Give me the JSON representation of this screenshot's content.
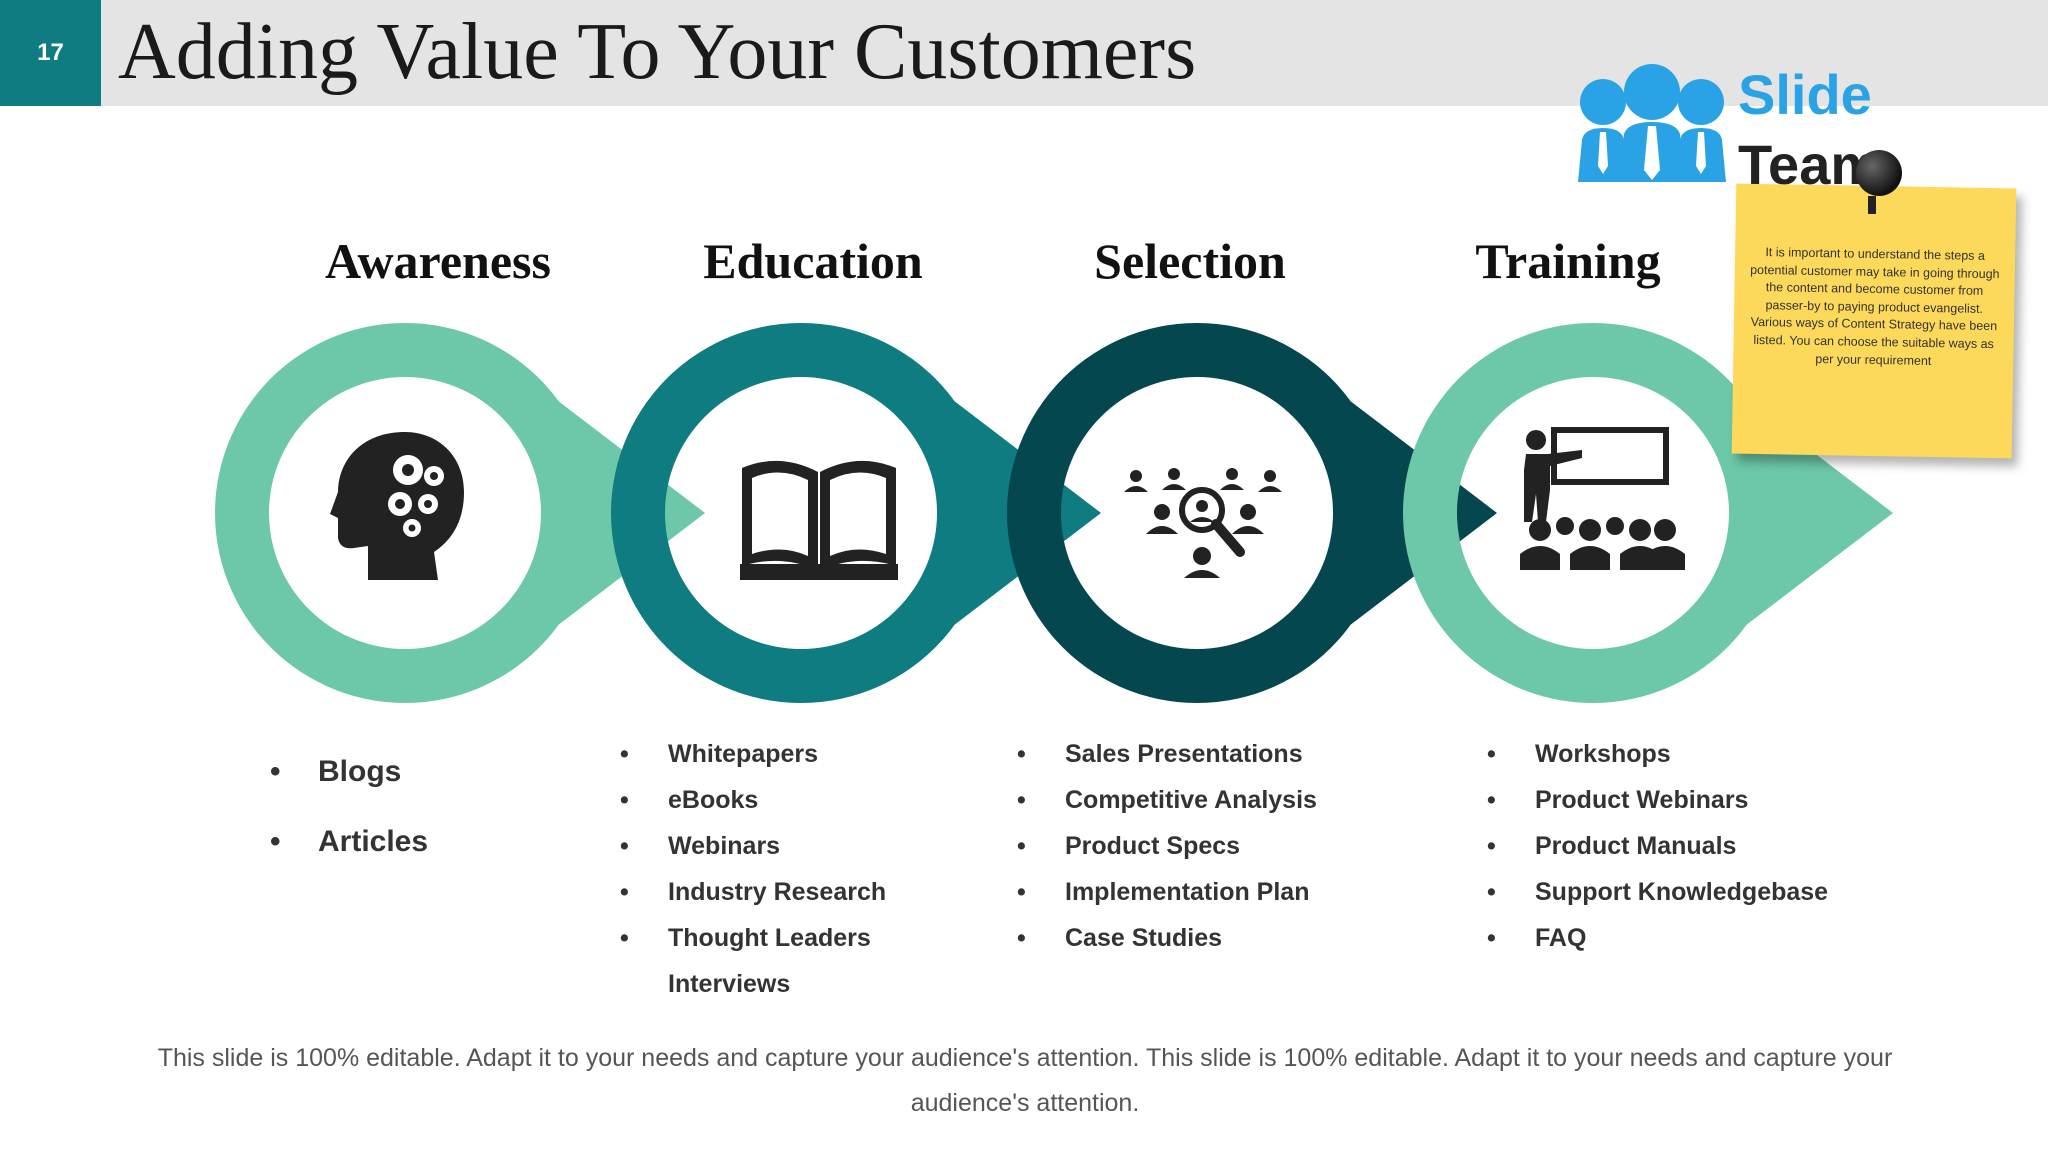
{
  "slide_number": "17",
  "title": "Adding Value To Your Customers",
  "logo": {
    "line1": "Slide",
    "line2": "Team"
  },
  "colors": {
    "mint": "#6cc8a8",
    "teal": "#0e7c80",
    "dark_teal": "#04474e",
    "header_bg": "#e4e4e4"
  },
  "stages": [
    {
      "title": "Awareness",
      "icon": "brain-gears-icon",
      "color": "#6cc8a8",
      "items": [
        "Blogs",
        "Articles"
      ]
    },
    {
      "title": "Education",
      "icon": "open-book-icon",
      "color": "#0e7c80",
      "items": [
        "Whitepapers",
        "eBooks",
        "Webinars",
        "Industry Research",
        "Thought Leaders",
        "Interviews"
      ]
    },
    {
      "title": "Selection",
      "icon": "people-search-icon",
      "color": "#04474e",
      "items": [
        "Sales Presentations",
        "Competitive Analysis",
        "Product Specs",
        "Implementation Plan",
        "Case Studies"
      ]
    },
    {
      "title": "Training",
      "icon": "presentation-audience-icon",
      "color": "#6cc8a8",
      "items": [
        "Workshops",
        "Product Webinars",
        "Product Manuals",
        "Support Knowledgebase",
        "FAQ"
      ]
    }
  ],
  "sticky_note": "It is important to understand the steps a potential customer may take in going through the content and become customer from passer-by to paying product evangelist. Various ways of Content Strategy have been listed. You can choose the suitable ways as per your requirement",
  "footer": "This slide is 100% editable. Adapt it to your needs and capture your audience's attention. This slide is 100% editable. Adapt it to your needs and capture your audience's attention."
}
